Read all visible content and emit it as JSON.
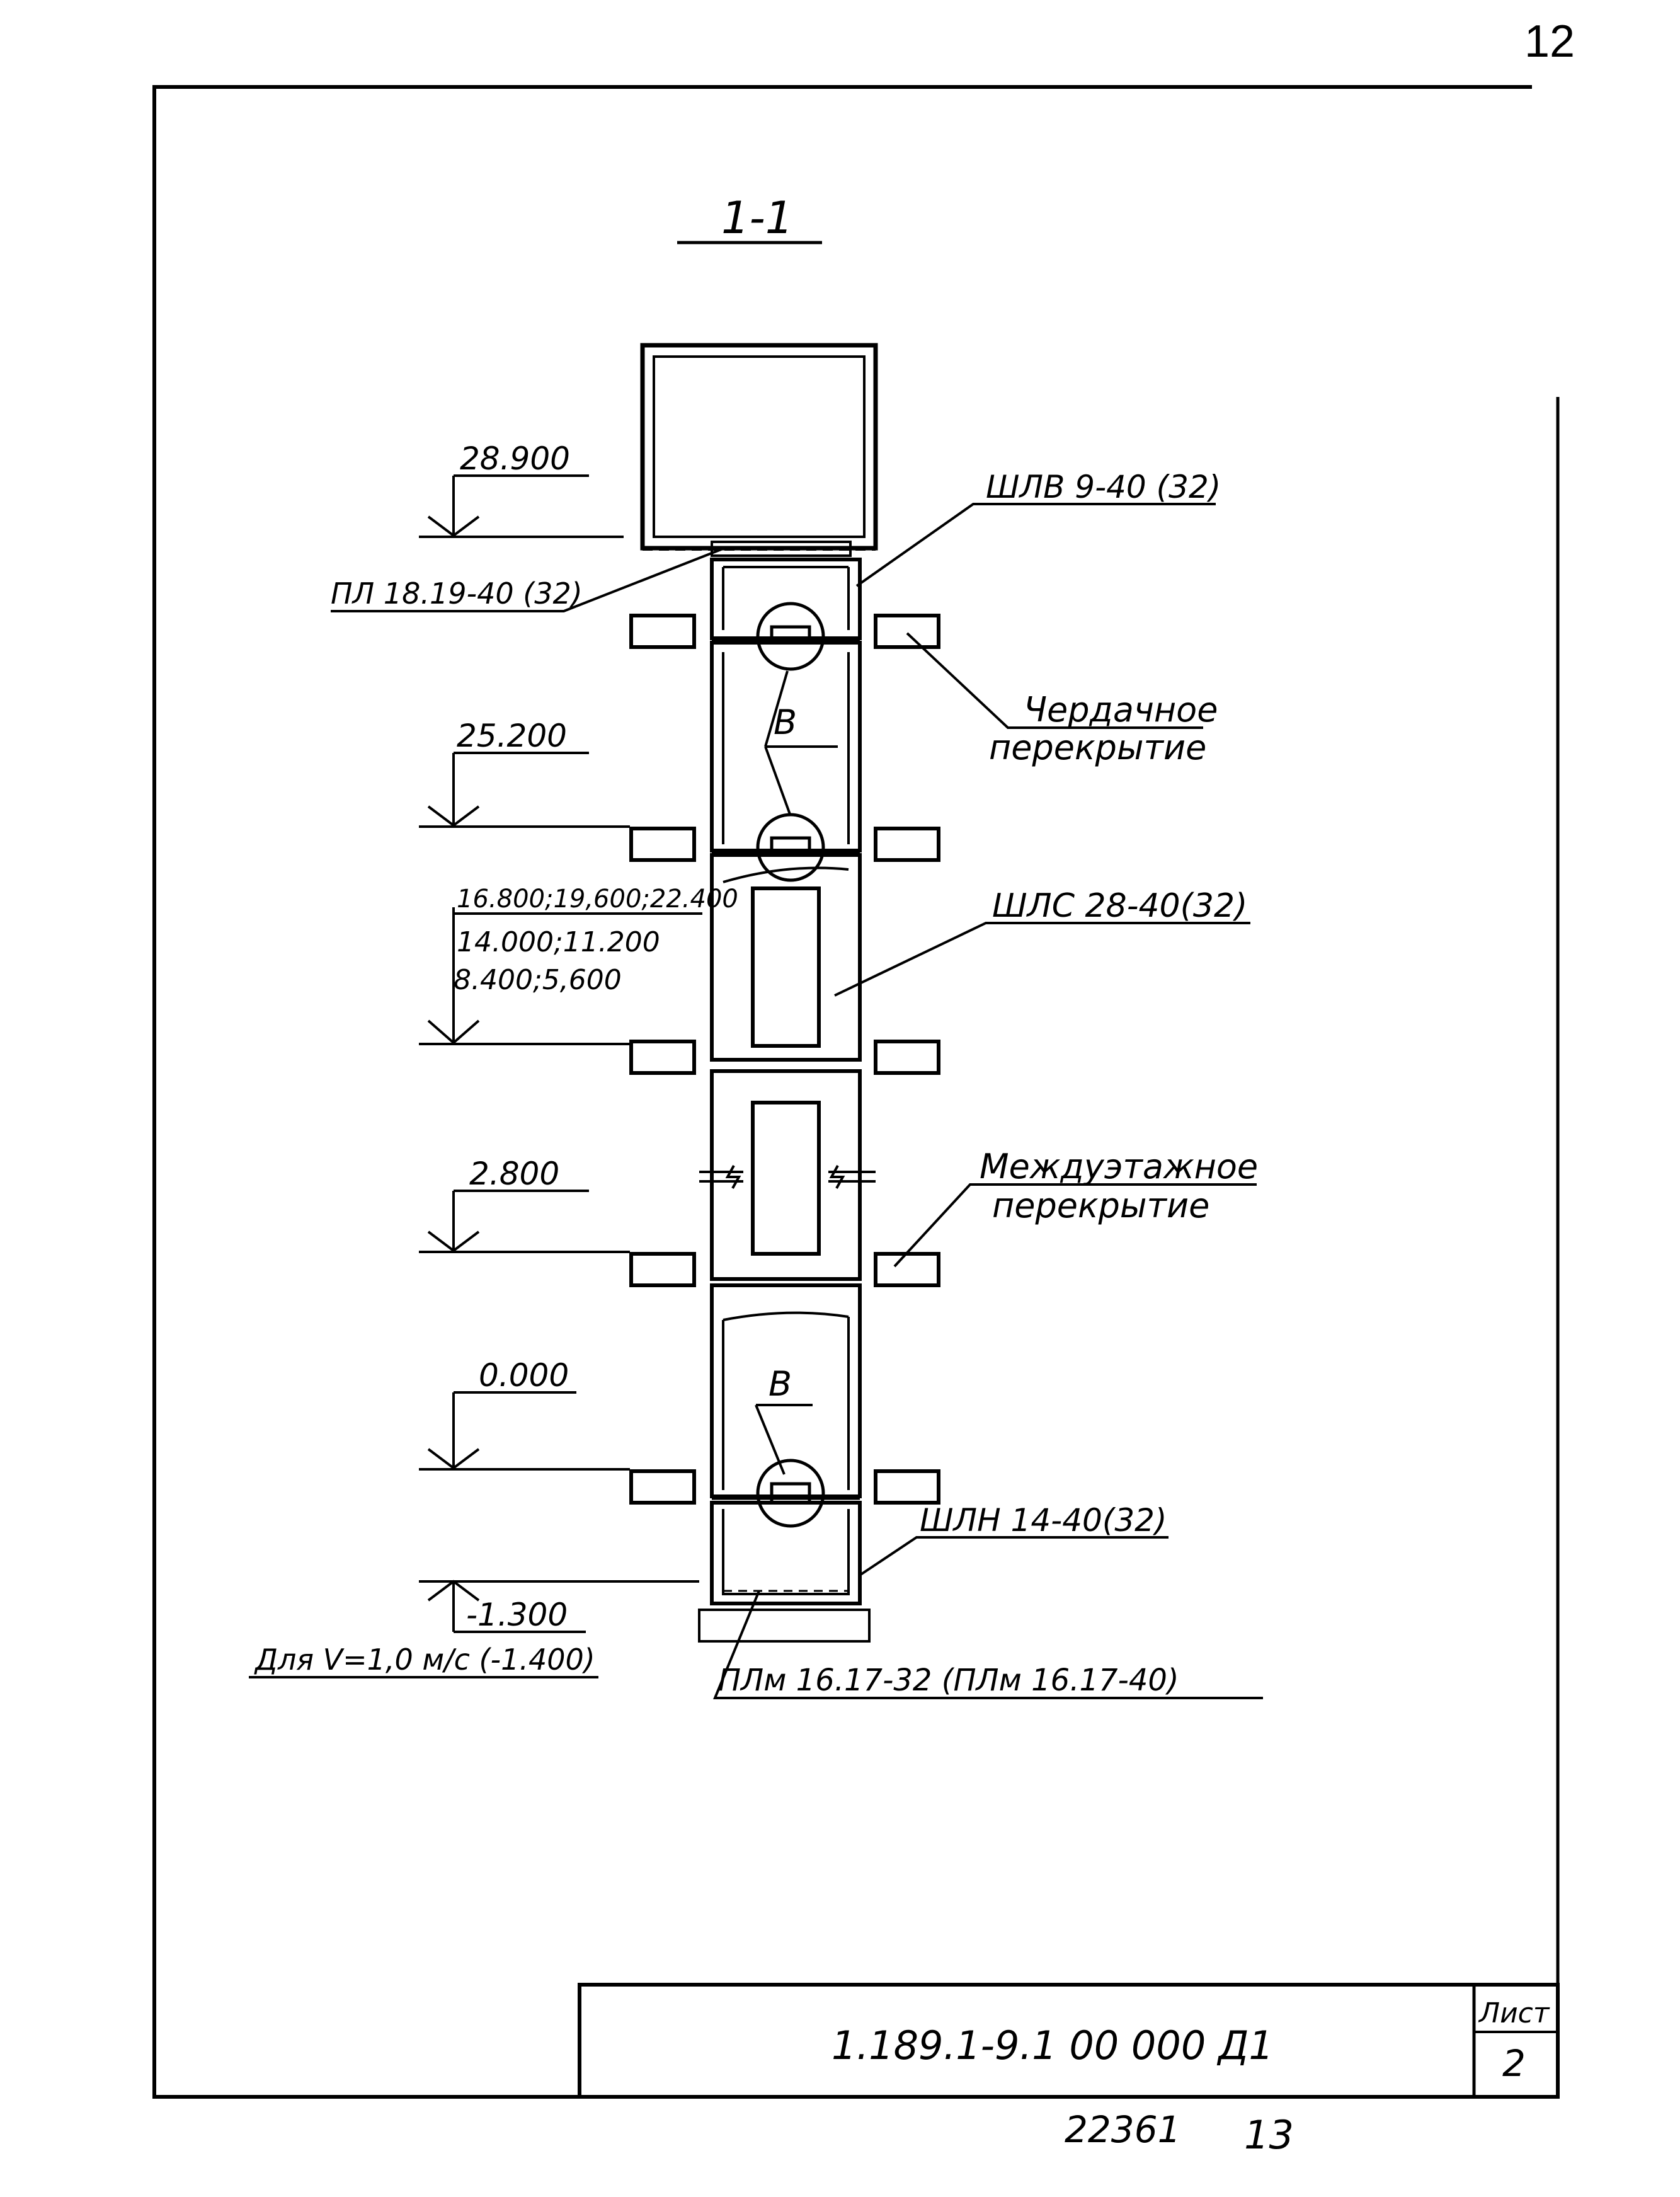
{
  "page_number": "12",
  "section_label": "1-1",
  "levels": {
    "top": "28.900",
    "attic": "25.200",
    "floors_line1": "16.800;19,600;22.400",
    "floors_line2": "14.000;11.200",
    "floors_line3": "8.400;5,600",
    "second": "2.800",
    "zero": "0.000",
    "pit": "-1.300",
    "pit_note": "Для V=1,0 м/с (-1.400)"
  },
  "callouts": {
    "shlv": "ШЛВ 9-40 (32)",
    "pl_top": "ПЛ 18.19-40 (32)",
    "attic_floor_1": "Чердачное",
    "attic_floor_2": "перекрытие",
    "detail_b_upper": "В",
    "shls": "ШЛС 28-40(32)",
    "interfloor_1": "Междуэтажное",
    "interfloor_2": "перекрытие",
    "detail_b_lower": "В",
    "shln": "ШЛН 14-40(32)",
    "plm": "ПЛм 16.17-32 (ПЛм 16.17-40)"
  },
  "title_block": {
    "doc_code": "1.189.1-9.1  00 000 Д1",
    "sheet_label": "Лист",
    "sheet_number": "2"
  },
  "footer": {
    "inventory": "22361",
    "copy": "13"
  }
}
